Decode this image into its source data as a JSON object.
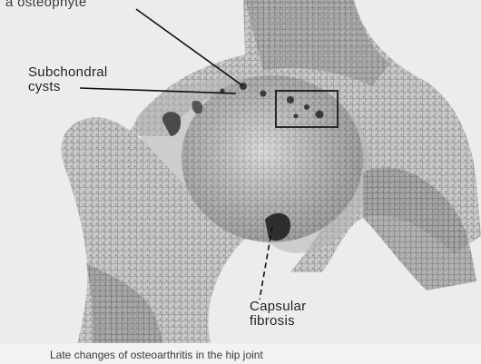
{
  "labels": {
    "top_partial": "a  osteophyte",
    "subchondral_line1": "Subchondral",
    "subchondral_line2": "cysts",
    "capsular_line1": "Capsular",
    "capsular_line2": "fibrosis"
  },
  "caption": "Late changes of osteoarthritis in the hip joint"
}
